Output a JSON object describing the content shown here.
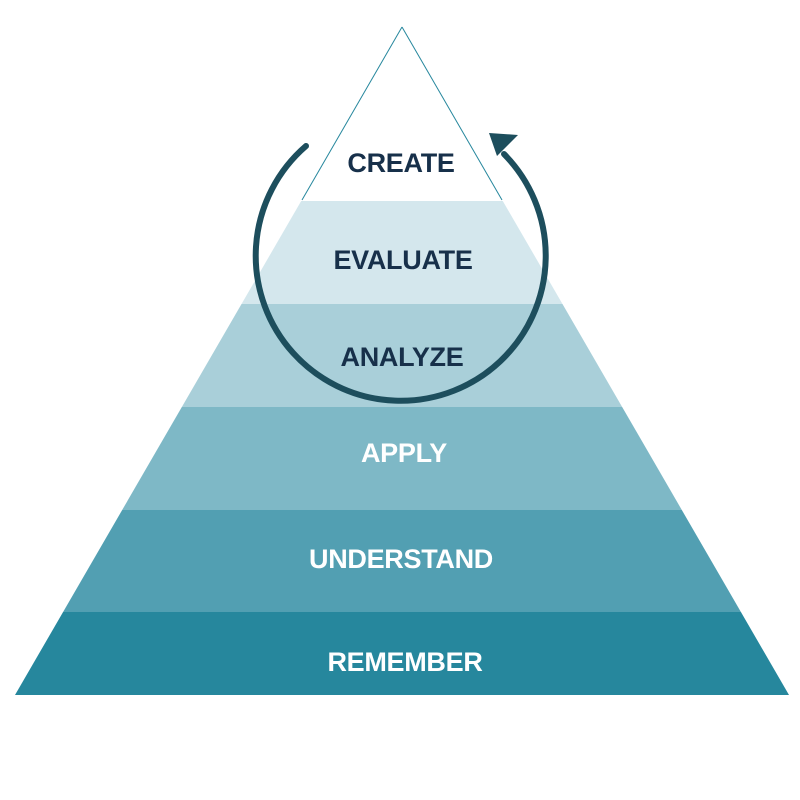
{
  "diagram": {
    "levels": [
      {
        "label": "CREATE",
        "fill": "#ffffff",
        "text_color": "#17304a"
      },
      {
        "label": "EVALUATE",
        "fill": "#d4e7ed",
        "text_color": "#17304a"
      },
      {
        "label": "ANALYZE",
        "fill": "#a9cfd9",
        "text_color": "#17304a"
      },
      {
        "label": "APPLY",
        "fill": "#7eb8c6",
        "text_color": "#ffffff"
      },
      {
        "label": "UNDERSTAND",
        "fill": "#529fb2",
        "text_color": "#ffffff"
      },
      {
        "label": "REMEMBER",
        "fill": "#26879d",
        "text_color": "#ffffff"
      }
    ],
    "outline_color": "#26879d",
    "cycle_arrow_color": "#1d4e5d",
    "cycle_arrow_icon": "cycle-arrow-icon"
  }
}
